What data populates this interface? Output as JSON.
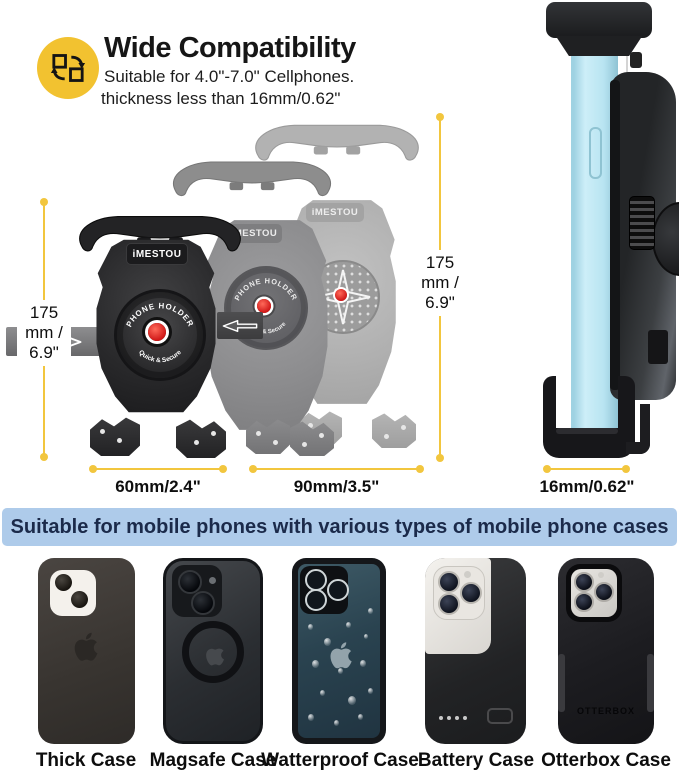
{
  "header": {
    "title": "Wide Compatibility",
    "subtitle1": "Suitable for 4.0\"-7.0\" Cellphones.",
    "subtitle2": "thickness less than 16mm/0.62\"",
    "icon": "swap-squares-icon"
  },
  "holder": {
    "brand": "iMESTOU",
    "dial_top": "PHONE HOLDER",
    "dial_bottom": "Quick & Secure"
  },
  "dimensions": {
    "height_left": "175 mm / 6.9\"",
    "height_right": "175 mm / 6.9\"",
    "width_left_clamp": "60mm/2.4\"",
    "width_right_clamp": "90mm/3.5\"",
    "thickness": "16mm/0.62\""
  },
  "banner": {
    "text": "Suitable for mobile phones with various types of mobile phone cases"
  },
  "cases": [
    {
      "label": "Thick Case"
    },
    {
      "label": "Magsafe Case"
    },
    {
      "label": "Watterproof Case"
    },
    {
      "label": "Battery Case"
    },
    {
      "label": "Otterbox Case",
      "brand": "OTTERBOX"
    }
  ],
  "colors": {
    "accent_yellow": "#F2C63E",
    "icon_yellow": "#F2C230",
    "banner_bg": "#AECBEA",
    "banner_text": "#1B2A4A",
    "button_red": "#E02525",
    "phone_blue": "#BCE6F3"
  }
}
